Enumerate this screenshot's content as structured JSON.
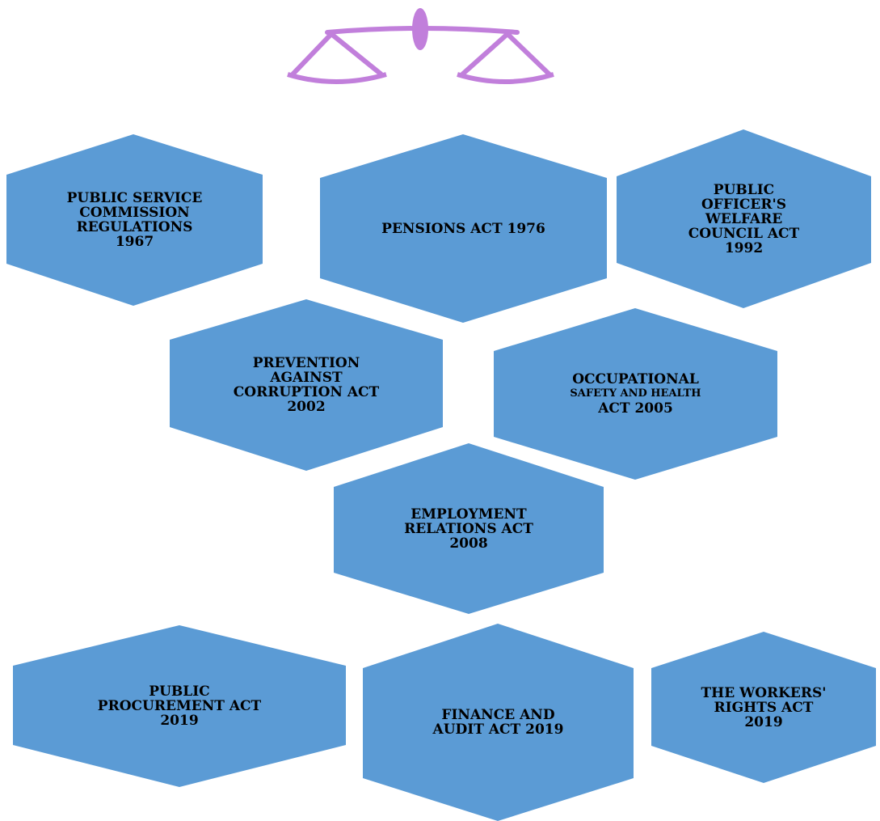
{
  "colors": {
    "hexagon_fill": "#5b9bd5",
    "scales_icon": "#c17fdb",
    "text": "#000000"
  },
  "icon": "balance-scale-icon",
  "acts": [
    {
      "id": "public-service-commission-regulations",
      "lines": [
        "PUBLIC SERVICE",
        "COMMISSION",
        "REGULATIONS",
        "1967"
      ]
    },
    {
      "id": "pensions-act",
      "lines": [
        "PENSIONS ACT 1976"
      ]
    },
    {
      "id": "public-officers-welfare-council-act",
      "lines": [
        "PUBLIC",
        "OFFICER'S",
        "WELFARE",
        "COUNCIL ACT",
        "1992"
      ]
    },
    {
      "id": "prevention-against-corruption-act",
      "lines": [
        "PREVENTION",
        "AGAINST",
        "CORRUPTION ACT",
        "2002"
      ]
    },
    {
      "id": "occupational-safety-and-health-act",
      "lines": [
        "OCCUPATIONAL",
        "SAFETY AND HEALTH",
        "ACT 2005"
      ]
    },
    {
      "id": "employment-relations-act",
      "lines": [
        "EMPLOYMENT",
        "RELATIONS ACT",
        "2008"
      ]
    },
    {
      "id": "public-procurement-act",
      "lines": [
        "PUBLIC",
        "PROCUREMENT ACT",
        "2019"
      ]
    },
    {
      "id": "finance-and-audit-act",
      "lines": [
        "FINANCE AND",
        "AUDIT ACT 2019"
      ]
    },
    {
      "id": "workers-rights-act",
      "lines": [
        "THE WORKERS'",
        "RIGHTS ACT",
        "2019"
      ]
    }
  ]
}
